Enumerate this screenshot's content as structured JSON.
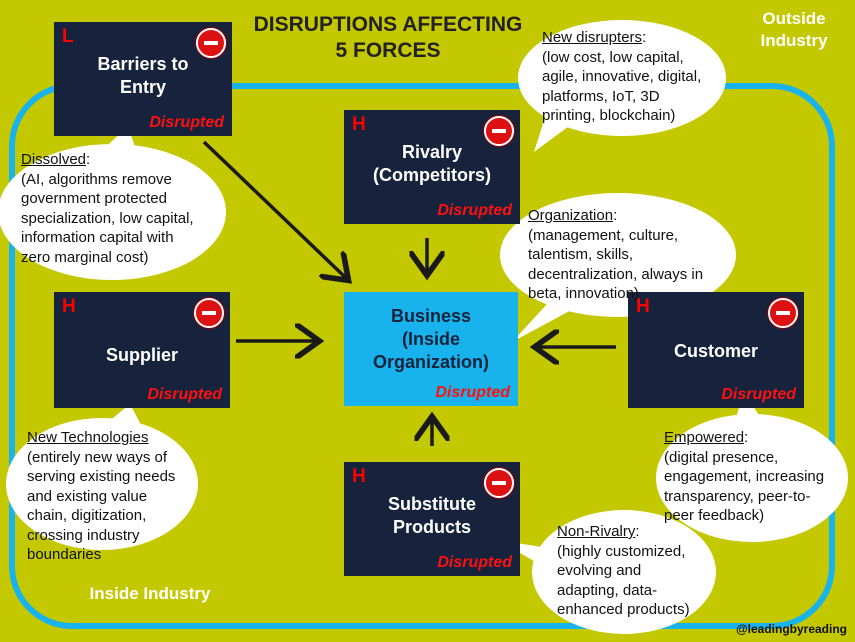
{
  "title_line1": "DISRUPTIONS AFFECTING",
  "title_line2": "5 FORCES",
  "outside_line1": "Outside",
  "outside_line2": "Industry",
  "inside_label": "Inside Industry",
  "credit": "@leadingbyreading",
  "colors": {
    "background": "#c4c800",
    "box": "#17233c",
    "business": "#18b3ec",
    "industry_border": "#18b3ec",
    "disrupted": "#ff1010",
    "level": "#ff0000"
  },
  "forces": {
    "barriers": {
      "level": "L",
      "name_line1": "Barriers to",
      "name_line2": "Entry",
      "status": "Disrupted"
    },
    "rivalry": {
      "level": "H",
      "name_line1": "Rivalry",
      "name_line2": "(Competitors)",
      "status": "Disrupted"
    },
    "supplier": {
      "level": "H",
      "name_line1": "Supplier",
      "status": "Disrupted"
    },
    "business": {
      "name_line1": "Business",
      "name_line2": "(Inside",
      "name_line3": "Organization)",
      "status": "Disrupted"
    },
    "customer": {
      "level": "H",
      "name_line1": "Customer",
      "status": "Disrupted"
    },
    "substitute": {
      "level": "H",
      "name_line1": "Substitute",
      "name_line2": "Products",
      "status": "Disrupted"
    }
  },
  "notes": {
    "new_disrupters": {
      "head": "New disrupters",
      "lines": [
        "(low cost, low capital,",
        "agile, innovative, digital,",
        "platforms, IoT, 3D",
        "printing, blockchain)"
      ]
    },
    "dissolved": {
      "head": "Dissolved",
      "lines": [
        "(AI, algorithms remove",
        "government protected",
        "specialization, low capital,",
        "information capital with",
        "zero marginal cost)"
      ]
    },
    "organization": {
      "head": "Organization",
      "lines": [
        "(management, culture,",
        "talentism, skills,",
        "decentralization, always in",
        "beta, innovation)"
      ]
    },
    "new_technologies": {
      "head": "New Technologies",
      "lines": [
        "(entirely new ways of",
        "serving existing needs",
        "and existing value",
        "chain, digitization,",
        "crossing industry",
        "boundaries"
      ]
    },
    "empowered": {
      "head": "Empowered",
      "lines": [
        "(digital presence,",
        "engagement, increasing",
        "transparency, peer-to-",
        "peer feedback)"
      ]
    },
    "non_rivalry": {
      "head": "Non-Rivalry",
      "lines": [
        "(highly customized,",
        "evolving and",
        "adapting, data-",
        "enhanced products)"
      ]
    }
  }
}
